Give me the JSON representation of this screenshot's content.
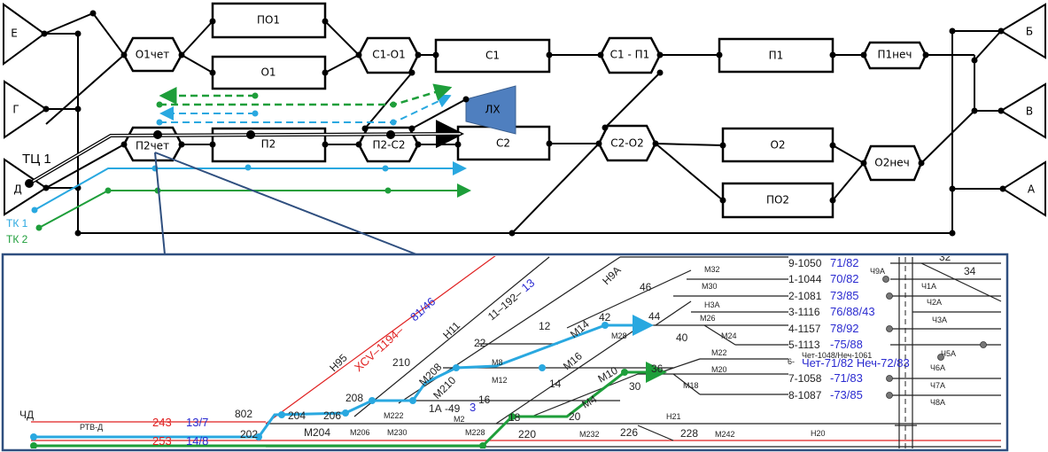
{
  "colors": {
    "route_tk1": "#29a8e0",
    "route_tk2": "#1e9e3a",
    "lh_fill": "#4f7fbf",
    "inset_border": "#2f4f7f",
    "track_red": "#e02020",
    "label_blue": "#2a2ad0"
  },
  "scheme": {
    "parks": {
      "e": "Е",
      "g": "Г",
      "d": "Д",
      "b": "Б",
      "v": "В",
      "a": "А"
    },
    "boxes": {
      "po1": "ПО1",
      "o1": "О1",
      "c1": "С1",
      "p1": "П1",
      "p2": "П2",
      "c2": "С2",
      "o2": "О2",
      "po2": "ПО2"
    },
    "necks": {
      "o1chet": "О1чет",
      "c1o1": "С1-О1",
      "c1p1": "С1 - П1",
      "p1nech": "П1неч",
      "p2chet": "П2чет",
      "p2c2": "П2-С2",
      "c2o2": "С2-О2",
      "o2nech": "О2неч"
    },
    "lh": "ЛХ",
    "tc1": "ТЦ 1",
    "tk1": "ТК 1",
    "tk2": "ТК 2"
  },
  "inset": {
    "labels": [
      "ЧД",
      "РТВ-Д",
      "802",
      "202",
      "204",
      "206",
      "208",
      "210",
      "22",
      "12",
      "16",
      "14",
      "20",
      "220",
      "226",
      "228",
      "30",
      "36",
      "40",
      "42",
      "44",
      "46",
      "18",
      "М8",
      "М12",
      "М2",
      "М222",
      "М204",
      "М206",
      "М230",
      "М228",
      "М232",
      "М242",
      "Н20",
      "Н21",
      "М18",
      "М20",
      "М22",
      "М24",
      "М26",
      "М28",
      "М30",
      "М32",
      "Н3А",
      "Ч9А",
      "Ч1А",
      "Ч2А",
      "Ч3А",
      "Ч5А",
      "Ч6А",
      "Ч7А",
      "Ч8А",
      "32",
      "34",
      "1А -49",
      "3"
    ],
    "rotated": [
      "Н95",
      "Н11",
      "М208",
      "М210",
      "М14",
      "М16",
      "М10",
      "М4",
      "Н9А"
    ],
    "red_243": "243",
    "blue_137": "13/7",
    "red_253": "253",
    "blue_148": "14/8",
    "diag_red": "ХСV–1194–",
    "diag_blue": "81/46",
    "diag_black": "11–192–",
    "diag_black_blue": "13",
    "tracks": [
      {
        "num": "9-1050",
        "cap": "71/82"
      },
      {
        "num": "1-1044",
        "cap": "70/82"
      },
      {
        "num": "2-1081",
        "cap": "73/85"
      },
      {
        "num": "3-1116",
        "cap": "76/88/43"
      },
      {
        "num": "4-1157",
        "cap": "78/92"
      },
      {
        "num": "5-1113",
        "cap": "-75/88"
      },
      {
        "num": "6-",
        "cap": "Чет-71/82 Неч-72/83",
        "sub": "Чет-1048/Неч-1061"
      },
      {
        "num": "7-1058",
        "cap": "-71/83"
      },
      {
        "num": "8-1087",
        "cap": "-73/85"
      }
    ]
  }
}
